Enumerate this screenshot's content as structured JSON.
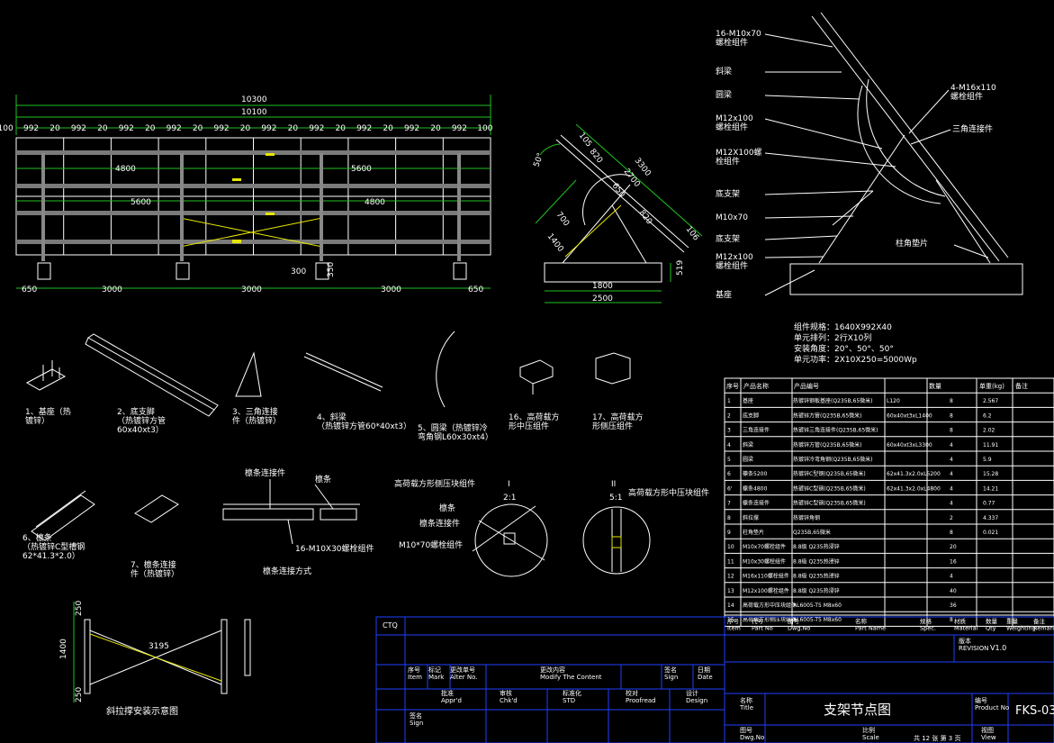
{
  "front_view": {
    "dims_top": [
      "10300",
      "10100"
    ],
    "top_row": [
      "100",
      "992",
      "20",
      "992",
      "20",
      "992",
      "20",
      "992",
      "20",
      "992",
      "20",
      "992",
      "20",
      "992",
      "20",
      "992",
      "20",
      "992",
      "20",
      "992",
      "100"
    ],
    "inner": [
      "4800",
      "5600",
      "5600",
      "4800"
    ],
    "bottom": [
      "650",
      "3000",
      "3000",
      "3000",
      "650"
    ],
    "small": [
      "300",
      "350"
    ]
  },
  "side_view": {
    "angle": "50°",
    "dims": [
      "105",
      "820",
      "3300",
      "2700",
      "650",
      "820",
      "106",
      "700",
      "1400",
      "1800",
      "2500",
      "519"
    ]
  },
  "detail_labels": [
    "16-M10x70\n螺栓组件",
    "斜梁",
    "圆梁",
    "M12x100\n螺栓组件",
    "M12X100螺\n栓组件",
    "底支架",
    "M10x70",
    "底支架",
    "M12x100\n螺栓组件",
    "基座",
    "4-M16x110\n螺栓组件",
    "三角连接件",
    "柱角垫片"
  ],
  "specs": [
    "组件规格：1640X992X40",
    "单元排列：2行X10列",
    "安装角度：20°、50°、50°",
    "单元功率：2X10X250=5000Wp"
  ],
  "parts": [
    "1、基座（热\n镀锌）",
    "2、底支脚\n（热镀锌方管\n60x40xt3）",
    "3、三角连接\n件（热镀锌）",
    "4、斜梁\n（热镀锌方管60*40xt3）",
    "5、圆梁（热镀锌冷\n弯角钢L60x30xt4）",
    "16、高荷载方\n形中压组件",
    "17、高荷载方\n形侧压组件",
    "6、檩条\n（热镀锌C型槽钢\n62*41.3*2.0）",
    "7、檩条连接\n件（热镀锌）"
  ],
  "purlin_callouts": [
    "檩条连接件",
    "檩条",
    "16-M10X30螺栓组件",
    "檩条连接方式"
  ],
  "detail_I": {
    "mark": "I",
    "scale": "2:1",
    "labels": [
      "高荷载方形侧压块组件",
      "檩条",
      "檩条连接件",
      "M10*70螺栓组件"
    ]
  },
  "detail_II": {
    "mark": "II",
    "scale": "5:1",
    "label": "高荷载方形中压块组件"
  },
  "brace": {
    "title": "斜拉撑安装示意图",
    "dims": [
      "250",
      "1400",
      "250",
      "3195"
    ]
  },
  "bom": {
    "headers": [
      "序号",
      "产品名称",
      "产品编号",
      "数量",
      "单重(kg)",
      "备注"
    ],
    "rows": [
      [
        "1",
        "基座",
        "热镀锌钢板基座(Q235B,65微米)",
        "L120",
        "8",
        "2.567",
        ""
      ],
      [
        "2",
        "底支脚",
        "热镀锌方管(Q235B,65微米)",
        "60x40xt3xL1400",
        "8",
        "6.2",
        ""
      ],
      [
        "3",
        "三角连接件",
        "热镀锌三角连接件(Q235B,65微米)",
        "",
        "8",
        "2.02",
        ""
      ],
      [
        "4",
        "斜梁",
        "热镀锌方管(Q235B,65微米)",
        "60x40xt3xL3300",
        "4",
        "11.91",
        ""
      ],
      [
        "5",
        "圆梁",
        "热镀锌冷弯角钢(Q235B,65微米)",
        "",
        "4",
        "5.9",
        ""
      ],
      [
        "6",
        "檩条5200",
        "热镀锌C型钢(Q235B,65微米)",
        "62x41.3x2.0xL5200",
        "4",
        "15.28",
        ""
      ],
      [
        "6'",
        "檩条4800",
        "热镀锌C型钢(Q235B,65微米)",
        "62x41.3x2.0xL4800",
        "4",
        "14.21",
        ""
      ],
      [
        "7",
        "檩条连接件",
        "热镀锌C型钢(Q235B,65微米)",
        "",
        "4",
        "0.77",
        ""
      ],
      [
        "8",
        "斜拉撑",
        "热镀锌角钢",
        "",
        "2",
        "4.337",
        ""
      ],
      [
        "9",
        "柱角垫片",
        "Q235B,65微米",
        "",
        "8",
        "0.021",
        ""
      ],
      [
        "10",
        "M10x70螺栓组件",
        "8.8级 Q235热浸锌",
        "",
        "20",
        "",
        ""
      ],
      [
        "11",
        "M10x30螺栓组件",
        "8.8级 Q235热浸锌",
        "",
        "16",
        "",
        ""
      ],
      [
        "12",
        "M16x110螺栓组件",
        "8.8级 Q235热浸锌",
        "",
        "4",
        "",
        ""
      ],
      [
        "13",
        "M12x100螺栓组件",
        "8.8级 Q235热浸锌",
        "",
        "40",
        "",
        ""
      ],
      [
        "14",
        "高荷载方形中压块组件",
        "AL6005-T5 M8x60",
        "",
        "36",
        "",
        ""
      ],
      [
        "15",
        "高荷载方形侧压块组件",
        "AL6005-T5 M8x60",
        "",
        "8",
        "",
        ""
      ]
    ],
    "footer": [
      "序号\nItem",
      "代号\nPart No",
      "图号\nDwg.No",
      "名称\nPart Name",
      "规格\nSpec.",
      "材质\nMaterial",
      "数量\nQty",
      "重量\nWeighting",
      "备注\nRemark"
    ]
  },
  "title_block": {
    "ctq": "CTQ",
    "revision_row": [
      "序号\nItem",
      "标记\nMark",
      "更改单号\nAlter No.",
      "更改内容\nModify The Content",
      "签名\nSign",
      "日期\nDate"
    ],
    "approve_row": [
      "批准\nAppr'd",
      "审核\nChk'd",
      "标准化\nSTD",
      "校对\nProofread",
      "设计\nDesign"
    ],
    "sign": "签名\nSign",
    "revision_label": "版本\nREVISION",
    "revision_value": "V1.0",
    "title_label": "名称\nTitle",
    "title": "支架节点图",
    "product_no_label": "编号\nProduct No",
    "product_no": "FKS-03",
    "scale_label": "比例\nScale",
    "dwg_label": "图号\nDwg.No",
    "sheets": "共 12 张  第 3 页",
    "view_label": "视图\nView"
  }
}
